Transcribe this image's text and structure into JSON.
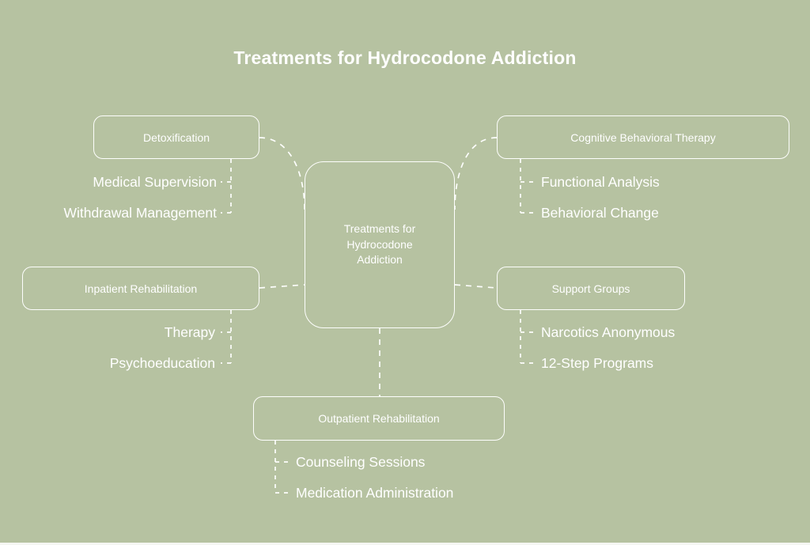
{
  "title": "Treatments for Hydrocodone Addiction",
  "colors": {
    "background": "#b6c2a1",
    "line": "#ffffff",
    "text": "#ffffff"
  },
  "diagram_type": "mindmap",
  "center": {
    "label": "Treatments for Hydrocodone Addiction"
  },
  "branches": [
    {
      "label": "Detoxification",
      "position": "top-left",
      "children": [
        "Medical Supervision",
        "Withdrawal Management"
      ]
    },
    {
      "label": "Cognitive Behavioral Therapy",
      "position": "top-right",
      "children": [
        "Functional Analysis",
        "Behavioral Change"
      ]
    },
    {
      "label": "Inpatient Rehabilitation",
      "position": "middle-left",
      "children": [
        "Therapy",
        "Psychoeducation"
      ]
    },
    {
      "label": "Support Groups",
      "position": "middle-right",
      "children": [
        "Narcotics Anonymous",
        "12-Step Programs"
      ]
    },
    {
      "label": "Outpatient Rehabilitation",
      "position": "bottom-center",
      "children": [
        "Counseling Sessions",
        "Medication Administration"
      ]
    }
  ]
}
